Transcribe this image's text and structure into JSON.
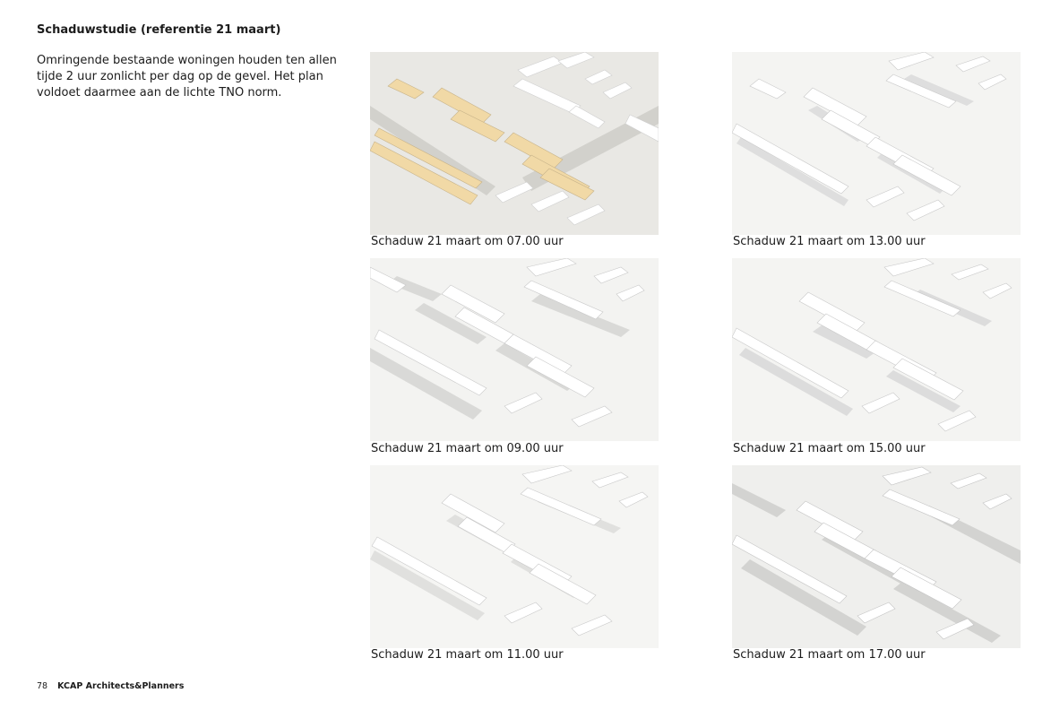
{
  "page": {
    "title": "Schaduwstudie (referentie 21 maart)",
    "intro": "Omringende bestaande woningen houden ten allen tijde 2 uur zonlicht per dag op de gevel. Het plan voldoet daarmee aan de lichte TNO norm."
  },
  "studies": [
    {
      "caption": "Schaduw 21 maart om 07.00 uur",
      "image": "shadow-study-0700"
    },
    {
      "caption": "Schaduw 21 maart om 13.00 uur",
      "image": "shadow-study-1300"
    },
    {
      "caption": "Schaduw 21 maart om 09.00 uur",
      "image": "shadow-study-0900"
    },
    {
      "caption": "Schaduw 21 maart om 15.00 uur",
      "image": "shadow-study-1500"
    },
    {
      "caption": "Schaduw 21 maart om 11.00 uur",
      "image": "shadow-study-1100"
    },
    {
      "caption": "Schaduw 21 maart om 17.00 uur",
      "image": "shadow-study-1700"
    }
  ],
  "footer": {
    "page_number": "78",
    "brand": "KCAP Architects&Planners"
  }
}
